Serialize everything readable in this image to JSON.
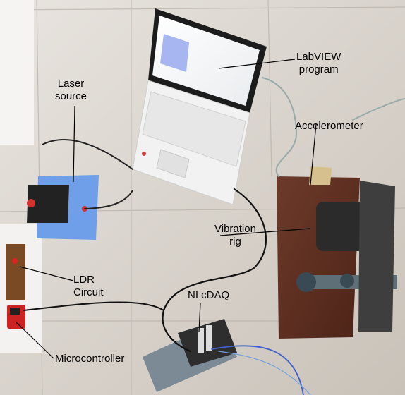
{
  "photo": {
    "description_free": true,
    "annotations": {
      "labview": {
        "line1": "LabVIEW",
        "line2": "program"
      },
      "laser": {
        "line1": "Laser",
        "line2": "source"
      },
      "accelerometer": {
        "text": "Accelerometer"
      },
      "vibration": {
        "line1": "Vibration",
        "line2": "rig"
      },
      "ldr": {
        "line1": "LDR",
        "line2": "Circuit"
      },
      "ni": {
        "text": "NI cDAQ"
      },
      "micro": {
        "text": "Microcontroller"
      }
    }
  }
}
